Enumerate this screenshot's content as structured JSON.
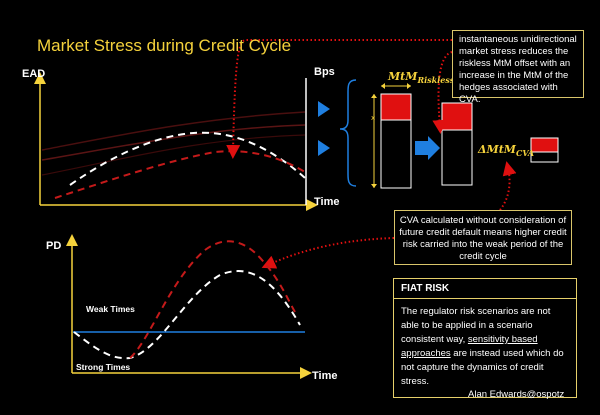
{
  "title": "Market Stress during Credit Cycle",
  "top_chart": {
    "y_label": "EAD",
    "y2_label": "Bps",
    "x_label": "Time"
  },
  "bottom_chart": {
    "y_label": "PD",
    "x_label": "Time",
    "weak_label": "Weak Times",
    "strong_label": "Strong Times"
  },
  "mtm_label": {
    "main": "MtM",
    "sub": "Riskless"
  },
  "dmtm_label": {
    "main": "ΔMtM",
    "sub": "CVA"
  },
  "note1": "instantaneous unidirectional market stress reduces the riskless MtM offset with an increase in the MtM of the hedges associated with CVA.",
  "note2": "CVA calculated without consideration of future credit default means higher credit risk carried into the weak period of the credit cycle",
  "fiat": {
    "heading": "FIAT RISK",
    "body_before": "The regulator risk scenarios are not able to be applied in a scenario consistent way, ",
    "body_link": "sensitivity based approaches",
    "body_after": " are instead used which do not capture the dynamics of credit stress."
  },
  "author": "Alan Edwards@ospotz",
  "colors": {
    "accent_yellow": "#f5d23c",
    "red": "#e01010",
    "dashed_red": "#c41a1a",
    "blue": "#1f7fe0",
    "border": "#d9c56a"
  }
}
